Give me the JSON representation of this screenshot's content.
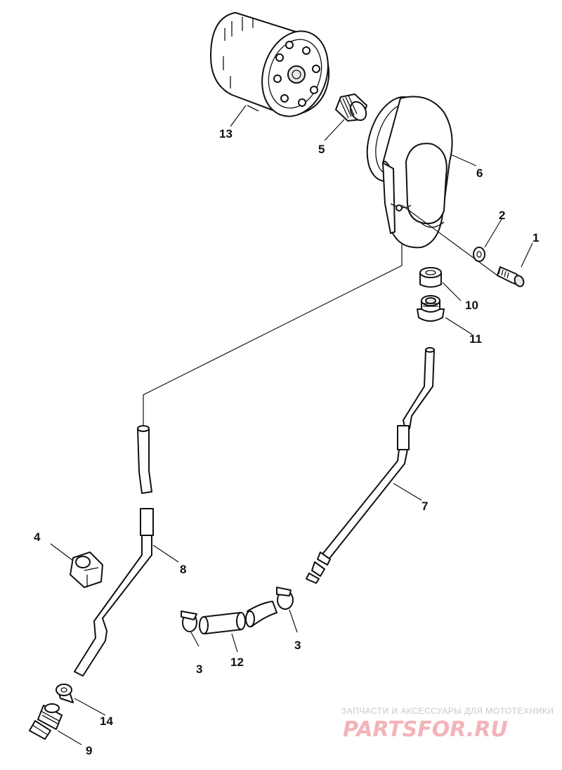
{
  "callouts": {
    "p1": "1",
    "p2": "2",
    "p3a": "3",
    "p3b": "3",
    "p4": "4",
    "p5": "5",
    "p6": "6",
    "p7": "7",
    "p8": "8",
    "p9": "9",
    "p10": "10",
    "p11": "11",
    "p12": "12",
    "p13": "13",
    "p14": "14"
  },
  "watermark": {
    "tagline": "ЗАПЧАСТИ И АКСЕССУАРЫ ДЛЯ МОТОТЕХНИКИ",
    "logo": "PARTSFOR.RU"
  },
  "colors": {
    "line": "#111111",
    "watermark_logo": "#f2b4b8",
    "watermark_text": "#c8c8c8"
  }
}
